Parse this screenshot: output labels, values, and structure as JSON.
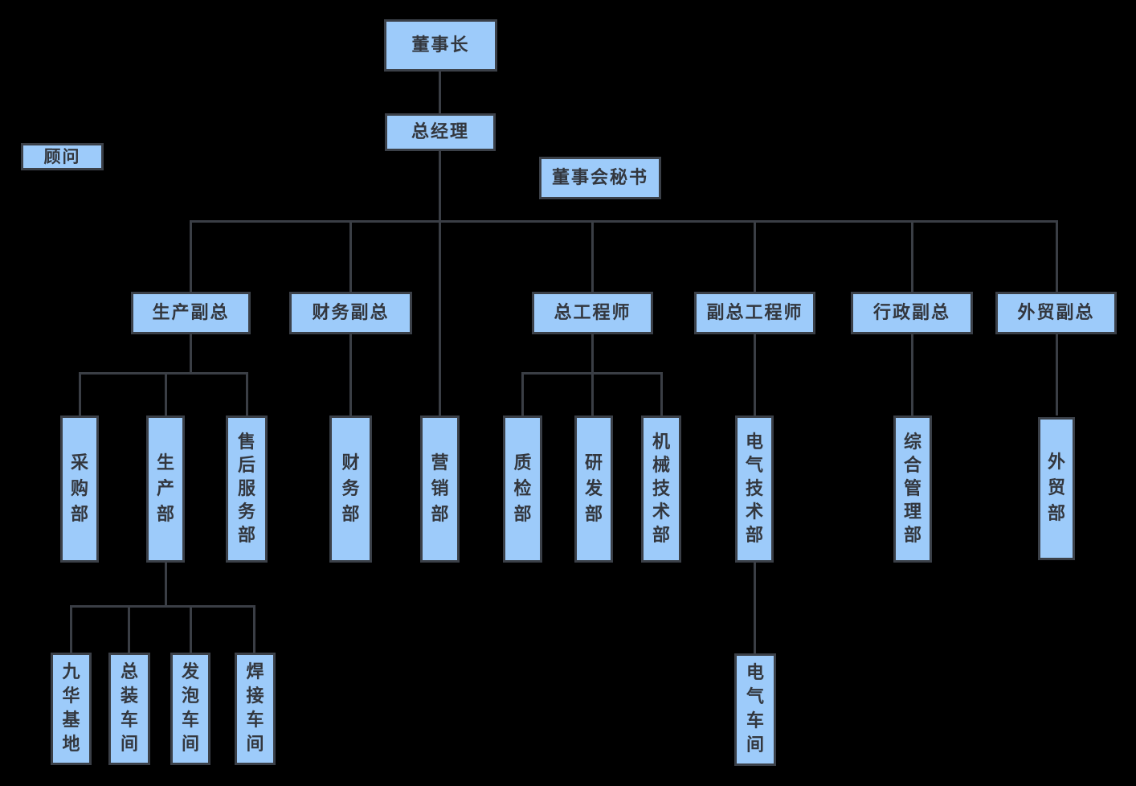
{
  "diagram": {
    "type": "org-chart",
    "nodes": {
      "chairman": {
        "label": "董事长"
      },
      "general_manager": {
        "label": "总经理"
      },
      "advisor": {
        "label": "顾问"
      },
      "board_secretary": {
        "label": "董事会秘书"
      },
      "production_vp": {
        "label": "生产副总"
      },
      "finance_vp": {
        "label": "财务副总"
      },
      "chief_engineer": {
        "label": "总工程师"
      },
      "deputy_chief_engineer": {
        "label": "副总工程师"
      },
      "admin_vp": {
        "label": "行政副总"
      },
      "foreign_trade_vp": {
        "label": "外贸副总"
      },
      "purchasing_dept": {
        "label": "采购部"
      },
      "production_dept": {
        "label": "生产部"
      },
      "after_sales_dept": {
        "label": "售后服务部"
      },
      "finance_dept": {
        "label": "财务部"
      },
      "marketing_dept": {
        "label": "营销部"
      },
      "quality_dept": {
        "label": "质检部"
      },
      "rnd_dept": {
        "label": "研发部"
      },
      "mechanical_tech_dept": {
        "label": "机械技术部"
      },
      "electrical_tech_dept": {
        "label": "电气技术部"
      },
      "general_mgmt_dept": {
        "label": "综合管理部"
      },
      "foreign_trade_dept": {
        "label": "外贸部"
      },
      "jiuhua_base": {
        "label": "九华基地"
      },
      "assembly_workshop": {
        "label": "总装车间"
      },
      "foaming_workshop": {
        "label": "发泡车间"
      },
      "welding_workshop": {
        "label": "焊接车间"
      },
      "electrical_workshop": {
        "label": "电气车间"
      }
    },
    "floating_nodes": [
      "advisor",
      "board_secretary"
    ],
    "edges": [
      [
        "chairman",
        "general_manager"
      ],
      [
        "general_manager",
        "production_vp"
      ],
      [
        "general_manager",
        "finance_vp"
      ],
      [
        "general_manager",
        "chief_engineer"
      ],
      [
        "general_manager",
        "deputy_chief_engineer"
      ],
      [
        "general_manager",
        "admin_vp"
      ],
      [
        "general_manager",
        "foreign_trade_vp"
      ],
      [
        "general_manager",
        "marketing_dept"
      ],
      [
        "production_vp",
        "purchasing_dept"
      ],
      [
        "production_vp",
        "production_dept"
      ],
      [
        "production_vp",
        "after_sales_dept"
      ],
      [
        "finance_vp",
        "finance_dept"
      ],
      [
        "chief_engineer",
        "quality_dept"
      ],
      [
        "chief_engineer",
        "rnd_dept"
      ],
      [
        "chief_engineer",
        "mechanical_tech_dept"
      ],
      [
        "deputy_chief_engineer",
        "electrical_tech_dept"
      ],
      [
        "electrical_tech_dept",
        "electrical_workshop"
      ],
      [
        "admin_vp",
        "general_mgmt_dept"
      ],
      [
        "foreign_trade_vp",
        "foreign_trade_dept"
      ],
      [
        "production_dept",
        "jiuhua_base"
      ],
      [
        "production_dept",
        "assembly_workshop"
      ],
      [
        "production_dept",
        "foaming_workshop"
      ],
      [
        "production_dept",
        "welding_workshop"
      ]
    ]
  },
  "colors": {
    "background": "#000000",
    "node_fill": "#9DCBFA",
    "node_border": "#3B4048",
    "node_text": "#33373E",
    "connector": "#3A3E45"
  }
}
